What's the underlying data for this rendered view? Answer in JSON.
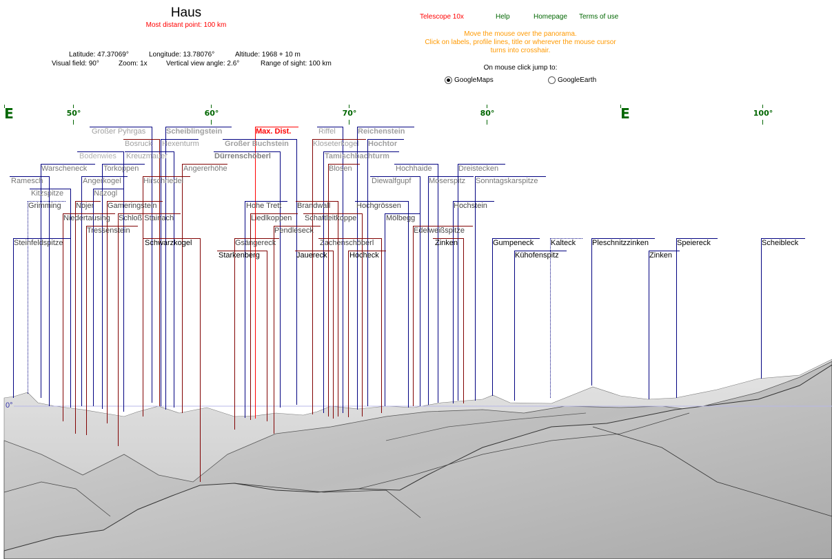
{
  "header": {
    "title": "Haus",
    "subtitle": "Most distant point: 100 km",
    "latitude": "Latitude: 47.37069°",
    "longitude": "Longitude: 13.78076°",
    "altitude": "Altitude: 1968 + 10 m",
    "visual_field": "Visual field: 90°",
    "zoom": "Zoom: 1x",
    "vertical_angle": "Vertical view angle: 2.6°",
    "range": "Range of sight: 100 km"
  },
  "links": {
    "telescope": "Telescope 10x",
    "help": "Help",
    "homepage": "Homepage",
    "terms": "Terms of use"
  },
  "hint": {
    "line1": "Move the mouse over the panorama.",
    "line2": "Click on labels, profile lines, title or wherever the mouse cursor",
    "line3": "turns into crosshair."
  },
  "jump": {
    "label": "On mouse click jump to:",
    "options": [
      {
        "label": "GoogleMaps",
        "selected": true
      },
      {
        "label": "GoogleEarth",
        "selected": false
      }
    ]
  },
  "axis": {
    "ticks": [
      "E",
      "50°",
      "60°",
      "70°",
      "80°",
      "E",
      "100°"
    ],
    "horizon_label": "0°"
  },
  "colors": {
    "near": "#800000",
    "far": "#000080",
    "max_dist": "#ff0000",
    "axis": "#006600",
    "horizon": "#b8b8e8"
  },
  "peaks": [
    {
      "name": "Großer Pyhrgas",
      "kind": "far",
      "tone": "light"
    },
    {
      "name": "Scheiblingstein",
      "kind": "far",
      "tone": "lightbold"
    },
    {
      "name": "Bosruck",
      "kind": "near",
      "tone": "light"
    },
    {
      "name": "Hexenturm",
      "kind": "far",
      "tone": "light"
    },
    {
      "name": "Bodenwies",
      "kind": "far",
      "tone": "lighter"
    },
    {
      "name": "Kreuzmauer",
      "kind": "far",
      "tone": "light"
    },
    {
      "name": "Warscheneck",
      "kind": "far",
      "tone": "mid"
    },
    {
      "name": "Torkoppen",
      "kind": "far",
      "tone": "mid"
    },
    {
      "name": "Angererhöhe",
      "kind": "near",
      "tone": "mid"
    },
    {
      "name": "Ramesch",
      "kind": "far",
      "tone": "mid"
    },
    {
      "name": "Angerkogel",
      "kind": "far",
      "tone": "mid"
    },
    {
      "name": "Hirschriedel",
      "kind": "near",
      "tone": "mid"
    },
    {
      "name": "Kitzspitze",
      "kind": "far",
      "tone": "mid"
    },
    {
      "name": "Nazogl",
      "kind": "far",
      "tone": "mid"
    },
    {
      "name": "Grimming",
      "kind": "dotted",
      "tone": "dark"
    },
    {
      "name": "Nojer",
      "kind": "near",
      "tone": "dark"
    },
    {
      "name": "Gameringstein",
      "kind": "near",
      "tone": "dark"
    },
    {
      "name": "Niedertausing",
      "kind": "near",
      "tone": "dark"
    },
    {
      "name": "Schloß Stainach",
      "kind": "near",
      "tone": "dark"
    },
    {
      "name": "Tressenstein",
      "kind": "near",
      "tone": "dark"
    },
    {
      "name": "Steinfeldspitze",
      "kind": "far",
      "tone": "dark"
    },
    {
      "name": "Schwarzkogel",
      "kind": "near",
      "tone": "black"
    },
    {
      "name": "Max. Dist.",
      "kind": "max_dist",
      "tone": "red"
    },
    {
      "name": "Großer Buchstein",
      "kind": "far",
      "tone": "lightbold"
    },
    {
      "name": "Dürrenschöberl",
      "kind": "far",
      "tone": "midbold"
    },
    {
      "name": "Riffel",
      "kind": "far",
      "tone": "light"
    },
    {
      "name": "Reichenstein",
      "kind": "far",
      "tone": "lightbold"
    },
    {
      "name": "Kloseterkogel",
      "kind": "near",
      "tone": "light"
    },
    {
      "name": "Hochtor",
      "kind": "far",
      "tone": "lightbold"
    },
    {
      "name": "Tamischbachturm",
      "kind": "far",
      "tone": "lightbold"
    },
    {
      "name": "Blosen",
      "kind": "near",
      "tone": "mid"
    },
    {
      "name": "Hochhaide",
      "kind": "far",
      "tone": "mid"
    },
    {
      "name": "Diewalfgupf",
      "kind": "far",
      "tone": "mid"
    },
    {
      "name": "Hohe Trett",
      "kind": "far",
      "tone": "dark"
    },
    {
      "name": "Brandwall",
      "kind": "near",
      "tone": "dark"
    },
    {
      "name": "Hochgrössen",
      "kind": "far",
      "tone": "dark"
    },
    {
      "name": "Liedlkoppen",
      "kind": "near",
      "tone": "dark"
    },
    {
      "name": "Schattleitkoppe",
      "kind": "near",
      "tone": "dark"
    },
    {
      "name": "Mölbegg",
      "kind": "far",
      "tone": "dark"
    },
    {
      "name": "Pendleseck",
      "kind": "near",
      "tone": "dark"
    },
    {
      "name": "Gsängereck",
      "kind": "near",
      "tone": "dark"
    },
    {
      "name": "Zachenschöberl",
      "kind": "near",
      "tone": "dark"
    },
    {
      "name": "Starkenberg",
      "kind": "near",
      "tone": "black"
    },
    {
      "name": "Jauereck",
      "kind": "near",
      "tone": "black"
    },
    {
      "name": "Hocheck",
      "kind": "near",
      "tone": "black"
    },
    {
      "name": "Dreistecken",
      "kind": "far",
      "tone": "mid"
    },
    {
      "name": "Moserspitz",
      "kind": "far",
      "tone": "mid"
    },
    {
      "name": "Sonntagskarspitze",
      "kind": "far",
      "tone": "mid"
    },
    {
      "name": "Hochstein",
      "kind": "far",
      "tone": "dark"
    },
    {
      "name": "Edelweißspitze",
      "kind": "near",
      "tone": "dark"
    },
    {
      "name": "Zinken",
      "kind": "near",
      "tone": "black"
    },
    {
      "name": "Gumpeneck",
      "kind": "far",
      "tone": "black"
    },
    {
      "name": "Kalteck",
      "kind": "dotted",
      "tone": "black"
    },
    {
      "name": "Kühofenspitz",
      "kind": "far",
      "tone": "black"
    },
    {
      "name": "Pleschnitzzinken",
      "kind": "far",
      "tone": "black"
    },
    {
      "name": "Zinken",
      "kind": "far",
      "tone": "black"
    },
    {
      "name": "Speiereck",
      "kind": "far",
      "tone": "black"
    },
    {
      "name": "Scheibleck",
      "kind": "far",
      "tone": "black"
    }
  ]
}
